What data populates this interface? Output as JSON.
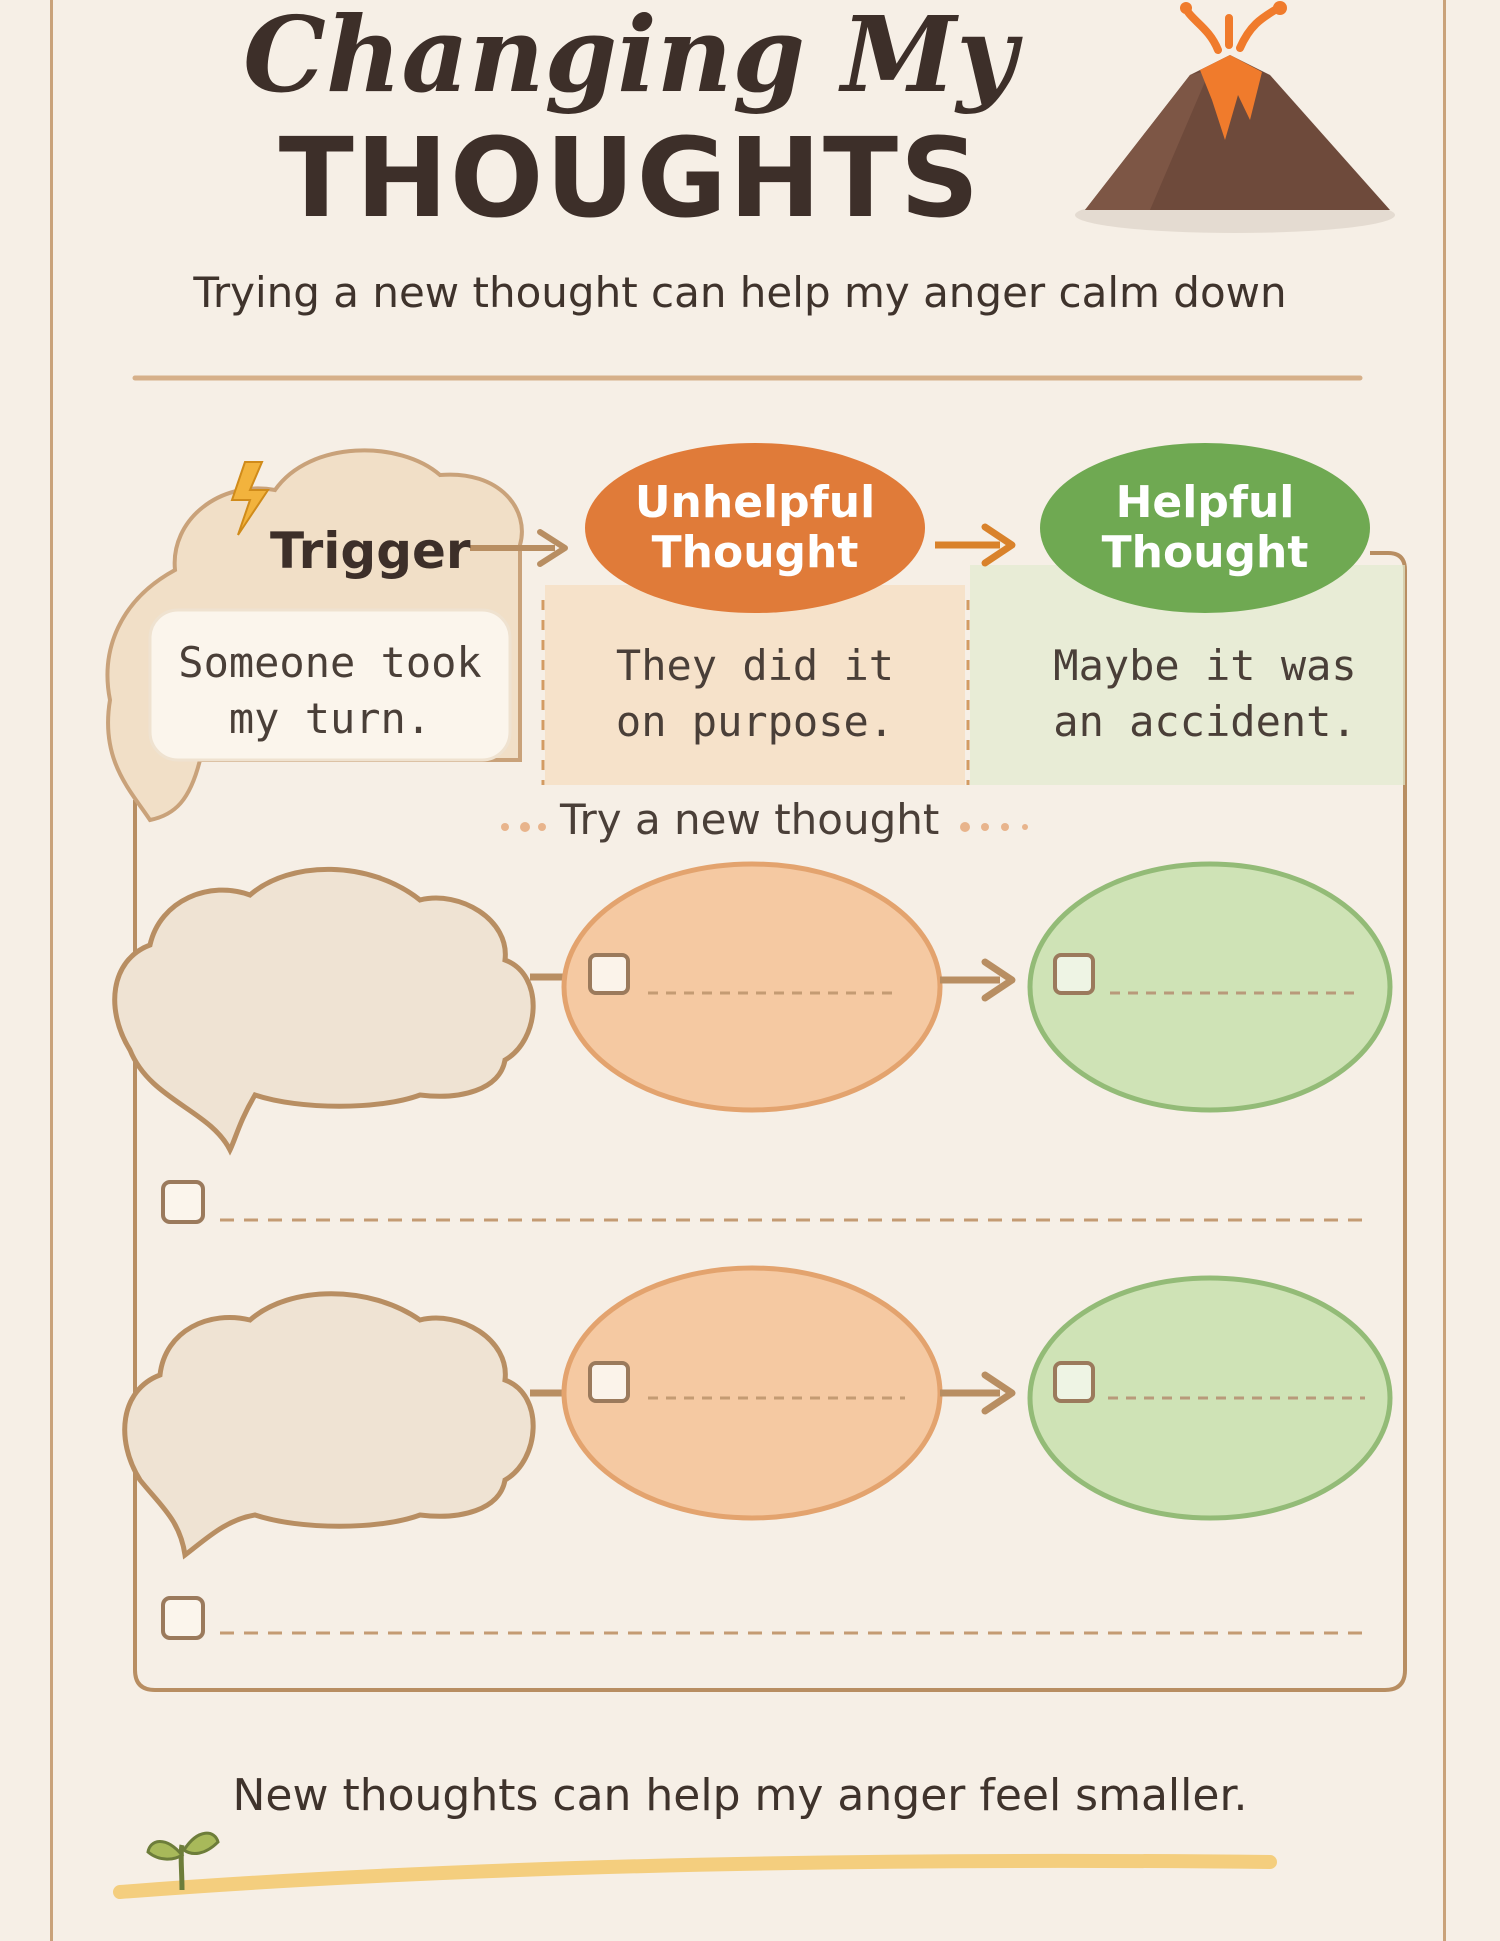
{
  "title": {
    "line1": "Changing My",
    "line2": "THOUGHTS"
  },
  "subtitle": "Trying a new thought can help my anger calm down",
  "columns": {
    "trigger": "Trigger",
    "unhelpful": "Unhelpful Thought",
    "helpful": "Helpful Thought"
  },
  "example": {
    "trigger_line1": "Someone took",
    "trigger_line2": "my turn.",
    "unhelpful_line1": "They did it",
    "unhelpful_line2": "on purpose.",
    "helpful_line1": "Maybe it was",
    "helpful_line2": "an accident."
  },
  "try_label": "Try a new thought",
  "footer": "New thoughts can help my anger feel smaller.",
  "icons": [
    "lightning-icon",
    "volcano-icon",
    "sprout-icon",
    "arrow-icon"
  ],
  "colors": {
    "background": "#f6efe6",
    "orange": "#e07b39",
    "green": "#6fae55",
    "brown": "#b88e62"
  }
}
